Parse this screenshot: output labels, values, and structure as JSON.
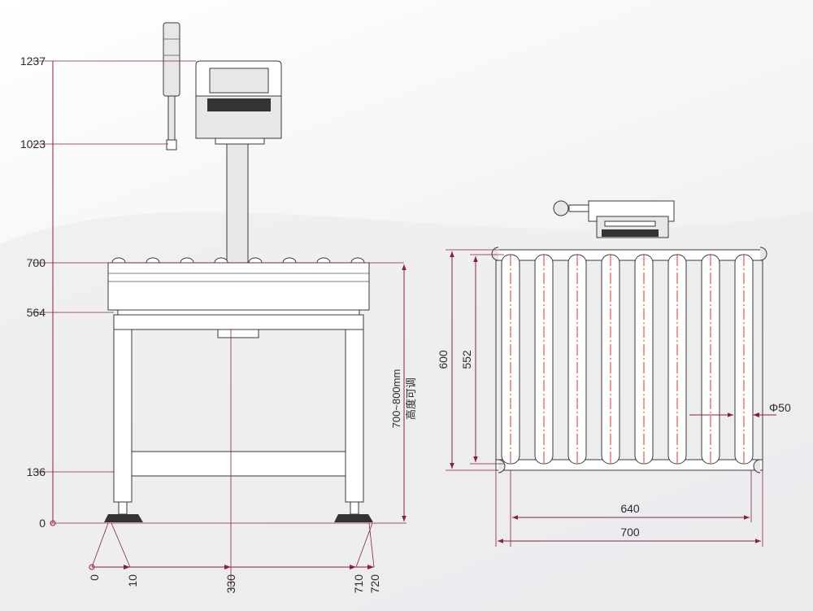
{
  "front_view": {
    "height_dims": [
      "1237",
      "1023",
      "700",
      "564",
      "136",
      "0"
    ],
    "bottom_dims": [
      "0",
      "10",
      "330",
      "710",
      "720"
    ],
    "adjust_range": "700~800mm",
    "adjust_note": "高度可调"
  },
  "top_view": {
    "depth_outer": "600",
    "depth_inner": "552",
    "roller_diameter": "Φ50",
    "width_inner": "640",
    "width_outer": "700"
  },
  "colors": {
    "dimension": "#8a1f3e",
    "centerline": "#e0342c",
    "outline": "#3a3a3a"
  }
}
